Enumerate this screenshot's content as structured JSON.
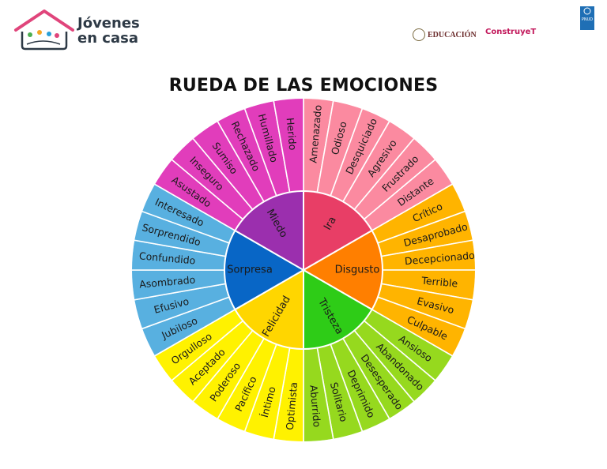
{
  "header": {
    "brand_line1": "Jóvenes",
    "brand_line2": "en casa",
    "partner_educacion": "EDUCACIÓN",
    "partner_construye": "ConstruyeT",
    "partner_undp": "PNUD"
  },
  "title": "RUEDA DE LAS EMOCIONES",
  "colors": {
    "ira": "#e83e66",
    "ira_outer": "#fb8aa0",
    "disgusto": "#ff7f00",
    "disgusto_outer": "#ffb400",
    "tristeza": "#2ecc17",
    "tristeza_outer": "#96d91e",
    "felicidad": "#ffd600",
    "felicidad_outer": "#fff200",
    "sorpresa": "#0866c6",
    "sorpresa_outer": "#58b0e0",
    "miedo": "#9b2fae",
    "miedo_outer": "#e13dbb"
  },
  "wheel": {
    "groups": [
      {
        "core": "Ira",
        "color_key": "ira",
        "words": [
          "Amenazado",
          "Odioso",
          "Desquiciado",
          "Agresivo",
          "Frustrado",
          "Distante"
        ]
      },
      {
        "core": "Disgusto",
        "color_key": "disgusto",
        "words": [
          "Crítico",
          "Desaprobado",
          "Decepcionado",
          "Terrible",
          "Evasivo",
          "Culpable"
        ]
      },
      {
        "core": "Tristeza",
        "color_key": "tristeza",
        "words": [
          "Ansioso",
          "Abandonado",
          "Desesperado",
          "Deprimido",
          "Solitario",
          "Aburrido"
        ]
      },
      {
        "core": "Felicidad",
        "color_key": "felicidad",
        "words": [
          "Optimista",
          "Íntimo",
          "Pacífico",
          "Poderoso",
          "Aceptado",
          "Orgulloso"
        ]
      },
      {
        "core": "Sorpresa",
        "color_key": "sorpresa",
        "words": [
          "Jubiloso",
          "Efusivo",
          "Asombrado",
          "Confundido",
          "Sorprendido",
          "Interesado"
        ]
      },
      {
        "core": "Miedo",
        "color_key": "miedo",
        "words": [
          "Asustado",
          "Inseguro",
          "Sumiso",
          "Rechazado",
          "Humillado",
          "Herido"
        ]
      }
    ]
  }
}
